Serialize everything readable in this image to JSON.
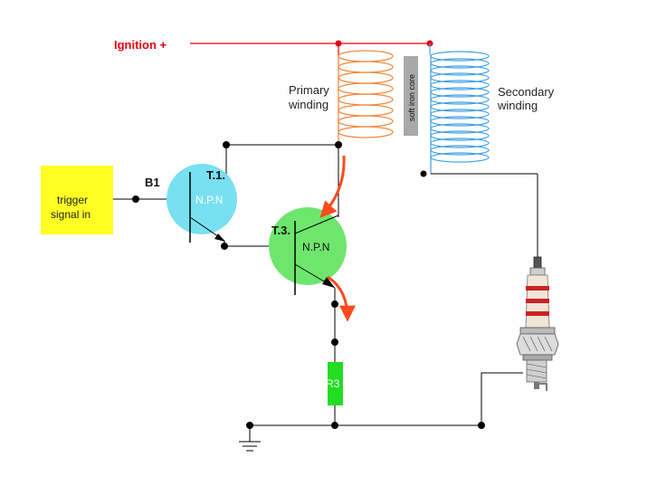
{
  "labels": {
    "ignition": "Ignition +",
    "primary_line1": "Primary",
    "primary_line2": "winding",
    "core": "soft iron core",
    "secondary_line1": "Secondary",
    "secondary_line2": "winding",
    "trigger_line1": "trigger",
    "trigger_line2": "signal in",
    "b1": "B1",
    "t1": "T.1.",
    "t1_type": "N.P.N",
    "t3": "T.3.",
    "t3_type": "N.P.N",
    "r3": "R3"
  },
  "colors": {
    "ignition_wire": "#e8000b",
    "primary_coil": "#f08a40",
    "secondary_coil": "#3ea0e8",
    "core": "#a9a9a9",
    "trigger_box": "#ffff24",
    "t1_fill": "#78e0f0",
    "t3_fill": "#6ee66e",
    "resistor": "#22dd22",
    "current_arrow": "#ff4a1e",
    "wire": "#000000"
  }
}
